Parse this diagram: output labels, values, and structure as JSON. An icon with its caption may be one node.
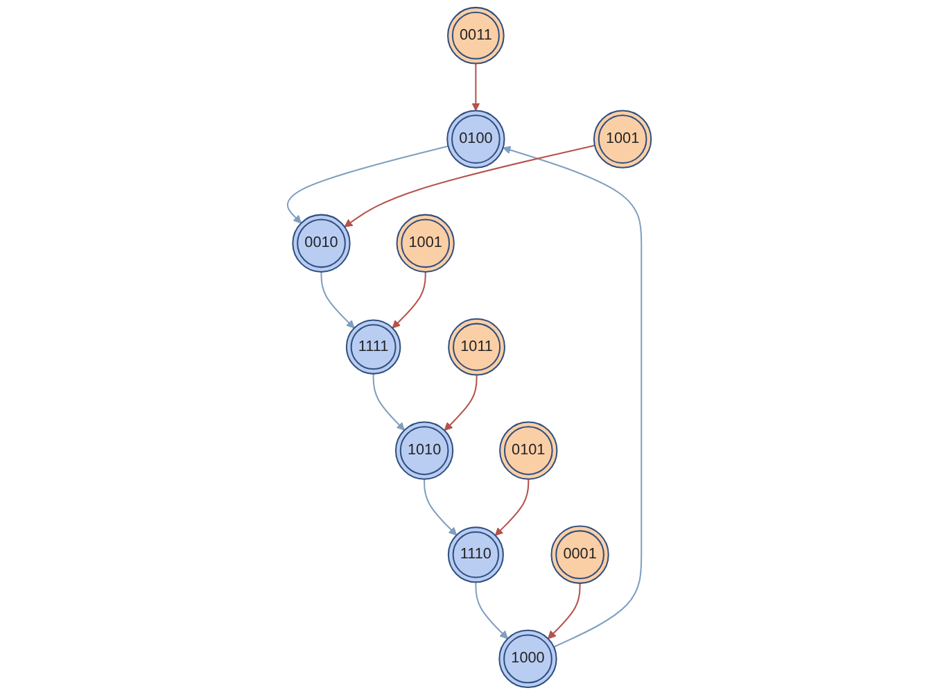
{
  "diagram": {
    "nodes": [
      {
        "text": [
          "0011"
        ]
      },
      {
        "text": [
          "0100"
        ]
      },
      {
        "text": [
          "0010"
        ]
      },
      {
        "text": [
          "1001"
        ]
      },
      {
        "text": [
          "0001"
        ]
      },
      {
        "text": [
          "1000"
        ]
      },
      {
        "text": [
          "1001"
        ]
      },
      {
        "text": [
          "1111"
        ]
      },
      {
        "text": [
          "0101"
        ]
      },
      {
        "text": [
          "1110"
        ]
      },
      {
        "text": [
          "1010"
        ]
      },
      {
        "text": [
          "1011"
        ]
      }
    ],
    "edges": [
      {
        "from": 5,
        "to": 1,
        "arrow": "to"
      },
      {
        "from": 1,
        "to": 2,
        "arrow": "to"
      },
      {
        "from": 2,
        "to": 7,
        "arrow": "to"
      },
      {
        "from": 7,
        "to": 10,
        "arrow": "to"
      },
      {
        "from": 10,
        "to": 9,
        "arrow": "to"
      },
      {
        "from": 9,
        "to": 5,
        "arrow": "to"
      },
      {
        "from": 0,
        "to": 1,
        "arrow": "to",
        "color": "#b5524a"
      },
      {
        "from": 3,
        "to": 2,
        "arrow": "to",
        "color": "#b5524a"
      },
      {
        "from": 4,
        "to": 5,
        "arrow": "to",
        "color": "#b5524a"
      },
      {
        "from": 6,
        "to": 7,
        "arrow": "to",
        "color": "#b5524a"
      },
      {
        "from": 11,
        "to": 10,
        "arrow": "to",
        "color": "#b5524a"
      },
      {
        "from": 8,
        "to": 9,
        "arrow": "to",
        "color": "#b5524a"
      }
    ]
  }
}
